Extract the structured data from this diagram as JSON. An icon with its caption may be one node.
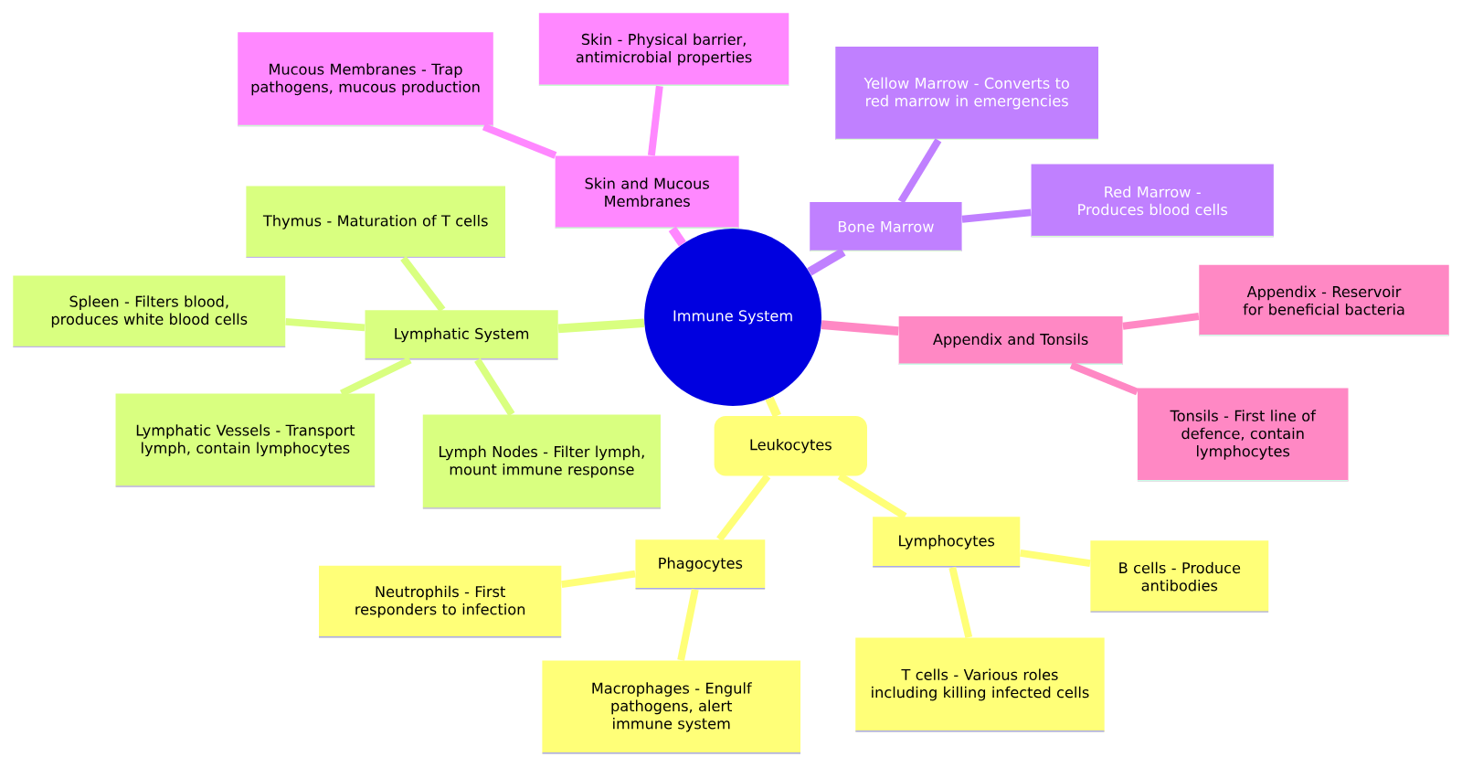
{
  "diagram": {
    "nodes": [
      {
        "text": [
          "Immune System"
        ]
      },
      {
        "text": [
          "Skin and Mucous Membranes"
        ]
      },
      {
        "text": [
          "Mucous Membranes - Trap pathogens, mucous production"
        ]
      },
      {
        "text": [
          "Skin - Physical barrier, antimicrobial properties"
        ]
      },
      {
        "text": [
          "Bone Marrow"
        ]
      },
      {
        "text": [
          "Yellow Marrow - Converts to red marrow in emergencies"
        ]
      },
      {
        "text": [
          "Red Marrow - Produces blood cells"
        ]
      },
      {
        "text": [
          "Appendix and Tonsils"
        ]
      },
      {
        "text": [
          "Appendix - Reservoir for beneficial bacteria"
        ]
      },
      {
        "text": [
          "Tonsils - First line of defence, contain lymphocytes"
        ]
      },
      {
        "text": [
          "Leukocytes"
        ]
      },
      {
        "text": [
          "Phagocytes"
        ]
      },
      {
        "text": [
          "Neutrophils - First responders to infection"
        ]
      },
      {
        "text": [
          "Macrophages - Engulf pathogens, alert immune system"
        ]
      },
      {
        "text": [
          "Lymphocytes"
        ]
      },
      {
        "text": [
          "B cells - Produce antibodies"
        ]
      },
      {
        "text": [
          "T cells - Various roles including killing infected cells"
        ]
      },
      {
        "text": [
          "Lymphatic System"
        ]
      },
      {
        "text": [
          "Thymus - Maturation of T cells"
        ]
      },
      {
        "text": [
          "Spleen - Filters blood, produces white blood cells"
        ]
      },
      {
        "text": [
          "Lymphatic Vessels - Transport lymph, contain lymphocytes"
        ]
      },
      {
        "text": [
          "Lymph Nodes - Filter lymph, mount immune response"
        ]
      }
    ],
    "edges": [
      {
        "from": 0,
        "to": 1,
        "arrow": "none",
        "color": "#ff88ff"
      },
      {
        "from": 1,
        "to": 2,
        "arrow": "none",
        "color": "#ff88ff"
      },
      {
        "from": 1,
        "to": 3,
        "arrow": "none",
        "color": "#ff88ff"
      },
      {
        "from": 0,
        "to": 4,
        "arrow": "none",
        "color": "#c080ff"
      },
      {
        "from": 4,
        "to": 5,
        "arrow": "none",
        "color": "#c080ff"
      },
      {
        "from": 4,
        "to": 6,
        "arrow": "none",
        "color": "#c080ff"
      },
      {
        "from": 0,
        "to": 7,
        "arrow": "none",
        "color": "#ff88c4"
      },
      {
        "from": 7,
        "to": 8,
        "arrow": "none",
        "color": "#ff88c4"
      },
      {
        "from": 7,
        "to": 9,
        "arrow": "none",
        "color": "#ff88c4"
      },
      {
        "from": 0,
        "to": 10,
        "arrow": "none",
        "color": "#ffff78"
      },
      {
        "from": 10,
        "to": 11,
        "arrow": "none",
        "color": "#ffff78"
      },
      {
        "from": 11,
        "to": 12,
        "arrow": "none",
        "color": "#ffff78"
      },
      {
        "from": 11,
        "to": 13,
        "arrow": "none",
        "color": "#ffff78"
      },
      {
        "from": 10,
        "to": 14,
        "arrow": "none",
        "color": "#ffff78"
      },
      {
        "from": 14,
        "to": 15,
        "arrow": "none",
        "color": "#ffff78"
      },
      {
        "from": 14,
        "to": 16,
        "arrow": "none",
        "color": "#ffff78"
      },
      {
        "from": 0,
        "to": 17,
        "arrow": "none",
        "color": "#d9ff80"
      },
      {
        "from": 17,
        "to": 18,
        "arrow": "none",
        "color": "#d9ff80"
      },
      {
        "from": 17,
        "to": 19,
        "arrow": "none",
        "color": "#d9ff80"
      },
      {
        "from": 17,
        "to": 20,
        "arrow": "none",
        "color": "#d9ff80"
      },
      {
        "from": 17,
        "to": 21,
        "arrow": "none",
        "color": "#d9ff80"
      }
    ]
  }
}
